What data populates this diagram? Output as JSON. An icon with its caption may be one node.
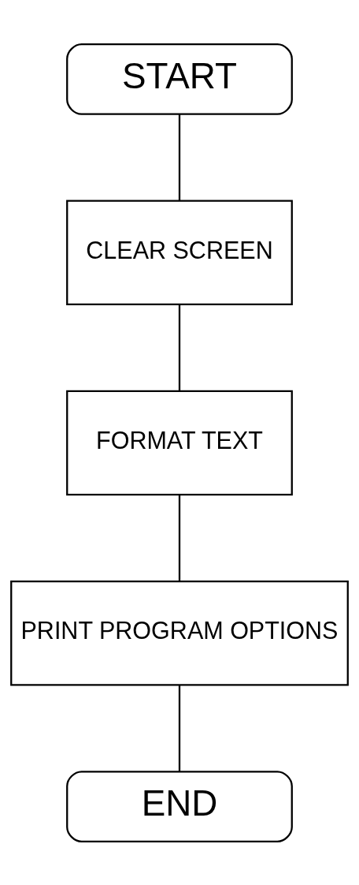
{
  "diagram": {
    "nodes": [
      {
        "text": [
          "START"
        ]
      },
      {
        "text": [
          "CLEAR SCREEN"
        ]
      },
      {
        "text": [
          "FORMAT TEXT"
        ]
      },
      {
        "text": [
          "PRINT PROGRAM OPTIONS"
        ]
      },
      {
        "text": [
          "END"
        ]
      }
    ],
    "edges": [
      {
        "from": 0,
        "to": 1,
        "arrow": "none"
      },
      {
        "from": 1,
        "to": 2,
        "arrow": "none"
      },
      {
        "from": 2,
        "to": 3,
        "arrow": "none"
      },
      {
        "from": 3,
        "to": 4,
        "arrow": "none"
      }
    ]
  }
}
